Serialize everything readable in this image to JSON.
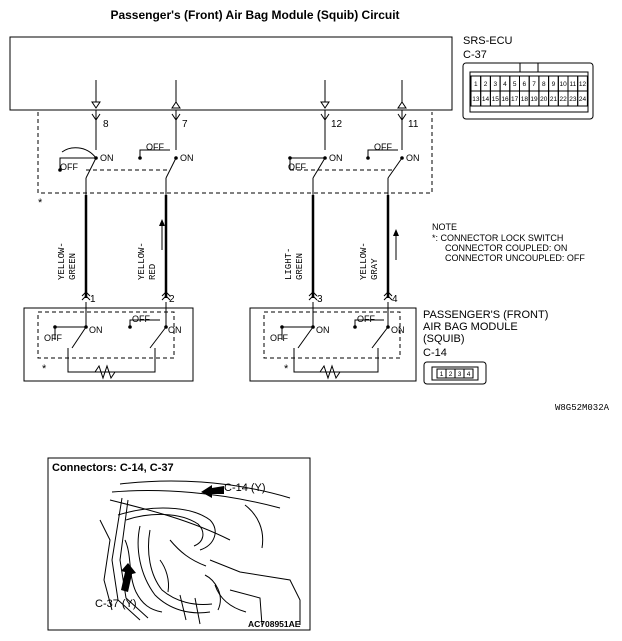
{
  "title": "Passenger's (Front) Air Bag Module (Squib) Circuit",
  "ecu": {
    "name": "SRS-ECU",
    "connector": "C-37",
    "connector_row1": [
      "1",
      "2",
      "3",
      "4",
      "5",
      "6",
      "7",
      "8",
      "9",
      "10",
      "11",
      "12"
    ],
    "connector_row2": [
      "13",
      "14",
      "15",
      "16",
      "17",
      "18",
      "19",
      "20",
      "21",
      "22",
      "23",
      "24"
    ],
    "pins": [
      "8",
      "7",
      "12",
      "11"
    ]
  },
  "switch_labels": {
    "off": "OFF",
    "on": "ON"
  },
  "asterisk": "*",
  "wires": [
    {
      "line1": "YELLOW-",
      "line2": "GREEN"
    },
    {
      "line1": "YELLOW-",
      "line2": "RED"
    },
    {
      "line1": "LIGHT-",
      "line2": "GREEN"
    },
    {
      "line1": "YELLOW-",
      "line2": "GRAY"
    }
  ],
  "note": {
    "heading": "NOTE",
    "line1": "*: CONNECTOR LOCK SWITCH",
    "line2": "CONNECTOR COUPLED: ON",
    "line3": "CONNECTOR UNCOUPLED: OFF"
  },
  "module": {
    "name_line1": "PASSENGER'S (FRONT)",
    "name_line2": "AIR BAG MODULE",
    "name_line3": "(SQUIB)",
    "connector": "C-14",
    "pins": [
      "1",
      "2",
      "3",
      "4"
    ],
    "connector_cells": [
      "1",
      "2",
      "3",
      "4"
    ]
  },
  "figure_code": "W8G52M032A",
  "connectors_box": {
    "title": "Connectors: C-14, C-37",
    "callout_c14": "C-14 (Y)",
    "callout_c37": "C-37 (Y)",
    "code": "AC708951AE"
  }
}
